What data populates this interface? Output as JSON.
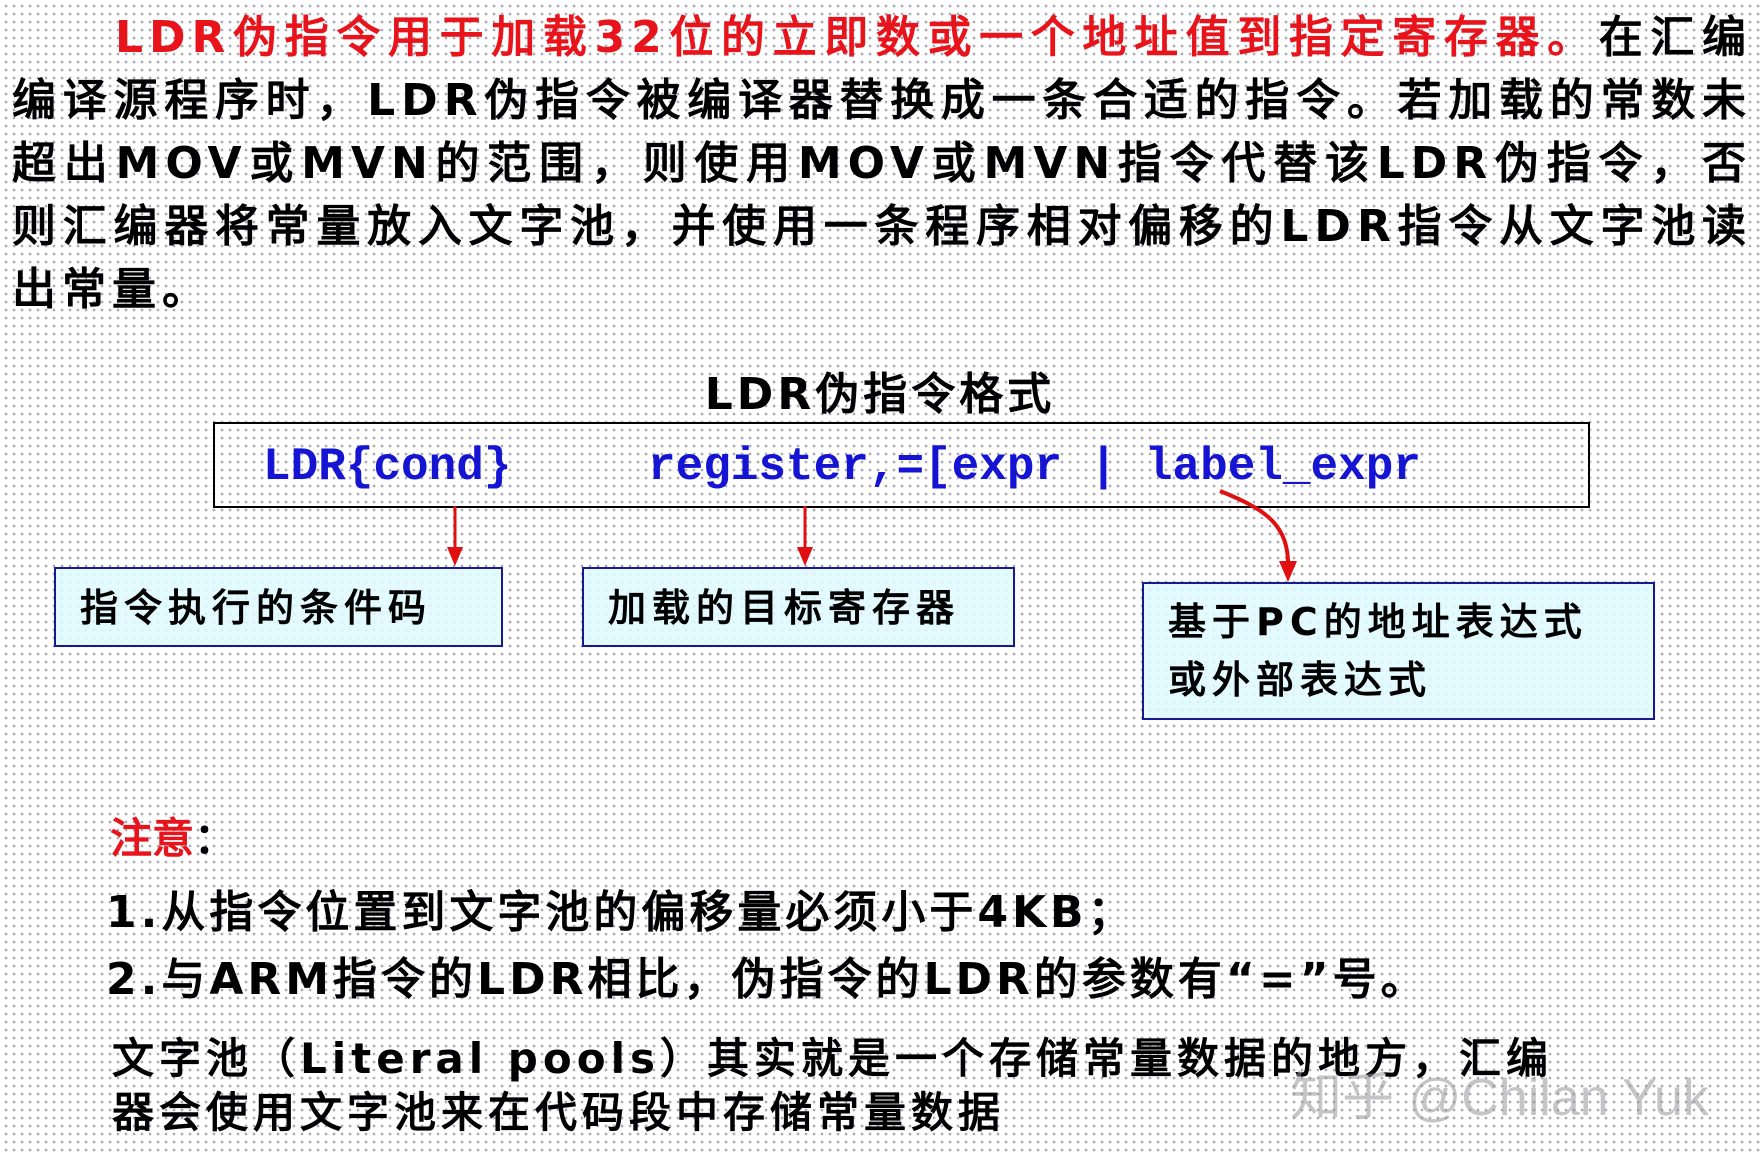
{
  "intro": {
    "highlight": "LDR伪指令用于加载32位的立即数或一个地址值到指定寄存器。",
    "body": "在汇编编译源程序时，LDR伪指令被编译器替换成一条合适的指令。若加载的常数未超出MOV或MVN的范围，则使用MOV或MVN指令代替该LDR伪指令，否则汇编器将常量放入文字池，并使用一条程序相对偏移的LDR指令从文字池读出常量。"
  },
  "format": {
    "title": "LDR伪指令格式",
    "code_parts": [
      "LDR{cond}",
      "register,=[expr | label_expr"
    ],
    "code_color": "#1414d2"
  },
  "annotations": [
    {
      "label_lines": [
        "指令执行的条件码"
      ],
      "points_to": "LDR{cond}"
    },
    {
      "label_lines": [
        "加载的目标寄存器"
      ],
      "points_to": "register"
    },
    {
      "label_lines": [
        "基于PC的地址表达式",
        "或外部表达式"
      ],
      "points_to": "label_expr"
    }
  ],
  "notes": {
    "title": "注意",
    "colon": "：",
    "items": [
      "1.从指令位置到文字池的偏移量必须小于4KB；",
      "2.与ARM指令的LDR相比，伪指令的LDR的参数有“=”号。"
    ]
  },
  "literal_pool": {
    "lines": [
      "文字池（Literal pools）其实就是一个存储常量数据的地方，汇编",
      "器会使用文字池来在代码段中存储常量数据"
    ]
  },
  "watermark": "知乎 @Chilan Yuk",
  "colors": {
    "highlight_red": "#e8141c",
    "box_border": "#1a1a8c",
    "box_fill": "#defaff",
    "arrow_red": "#e01010"
  }
}
